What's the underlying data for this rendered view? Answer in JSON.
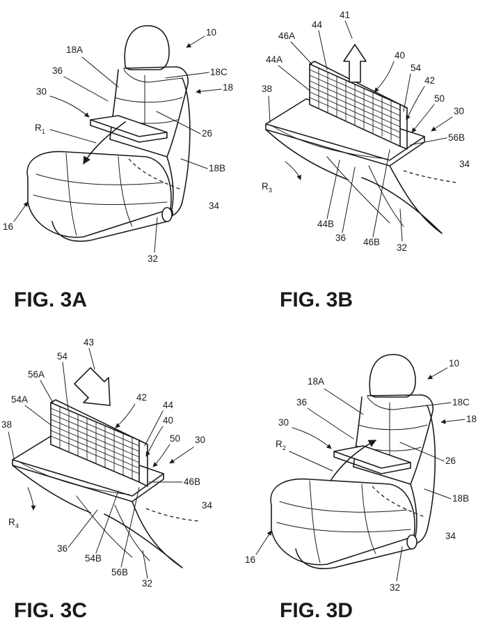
{
  "figures": {
    "fig3a": {
      "caption": "FIG. 3A",
      "labels": {
        "l10": "10",
        "l18A": "18A",
        "l18C": "18C",
        "l36": "36",
        "l18": "18",
        "l30": "30",
        "l26": "26",
        "lR": "R",
        "lRsub": "1",
        "l18B": "18B",
        "l34": "34",
        "l16": "16",
        "l32": "32"
      }
    },
    "fig3b": {
      "caption": "FIG. 3B",
      "labels": {
        "l41": "41",
        "l46A": "46A",
        "l44": "44",
        "l44A": "44A",
        "l40": "40",
        "l54": "54",
        "l42": "42",
        "l38": "38",
        "l50": "50",
        "l30": "30",
        "l56B": "56B",
        "l34": "34",
        "lR": "R",
        "lRsub": "3",
        "l44B": "44B",
        "l36": "36",
        "l46B": "46B",
        "l32": "32"
      }
    },
    "fig3c": {
      "caption": "FIG. 3C",
      "labels": {
        "l43": "43",
        "l54": "54",
        "l56A": "56A",
        "l54A": "54A",
        "l42": "42",
        "l44": "44",
        "l40": "40",
        "l38": "38",
        "l50": "50",
        "l30": "30",
        "l46B": "46B",
        "l34": "34",
        "lR": "R",
        "lRsub": "4",
        "l36": "36",
        "l54B": "54B",
        "l56B": "56B",
        "l32": "32"
      }
    },
    "fig3d": {
      "caption": "FIG. 3D",
      "labels": {
        "l10": "10",
        "l18A": "18A",
        "l18C": "18C",
        "l36": "36",
        "l18": "18",
        "l30": "30",
        "lR": "R",
        "lRsub": "2",
        "l26": "26",
        "l18B": "18B",
        "l34": "34",
        "l16": "16",
        "l32": "32"
      }
    }
  }
}
